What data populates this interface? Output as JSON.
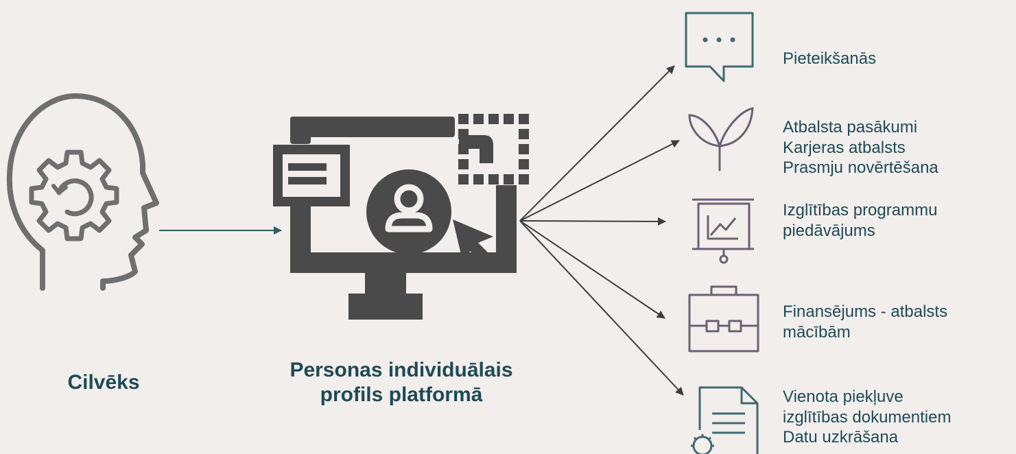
{
  "person": {
    "label": "Cilvēks"
  },
  "profile": {
    "line1": "Personas individuālais",
    "line2": "profils platformā"
  },
  "items": [
    {
      "icon": "chat-bubble-icon",
      "lines": [
        "Pieteikšanās"
      ]
    },
    {
      "icon": "sprout-icon",
      "lines": [
        "Atbalsta pasākumi",
        "Karjeras atbalsts",
        "Prasmju novērtēšana"
      ]
    },
    {
      "icon": "presentation-chart-icon",
      "lines": [
        "Izglītības programmu",
        "piedāvājums"
      ]
    },
    {
      "icon": "briefcase-icon",
      "lines": [
        "Finansējums - atbalsts",
        "mācībām"
      ]
    },
    {
      "icon": "document-gear-icon",
      "lines": [
        "Vienota piekļuve",
        "izglītības dokumentiem",
        "Datu uzkrāšana"
      ]
    }
  ],
  "colors": {
    "background": "#f1eeeb",
    "text": "#1f4a57",
    "monitor": "#4a4a4a",
    "head": "#6f6f6f",
    "arrow": "#3d3d3d",
    "icon_teal": "#3f6a72",
    "icon_purple": "#6d5f73"
  }
}
